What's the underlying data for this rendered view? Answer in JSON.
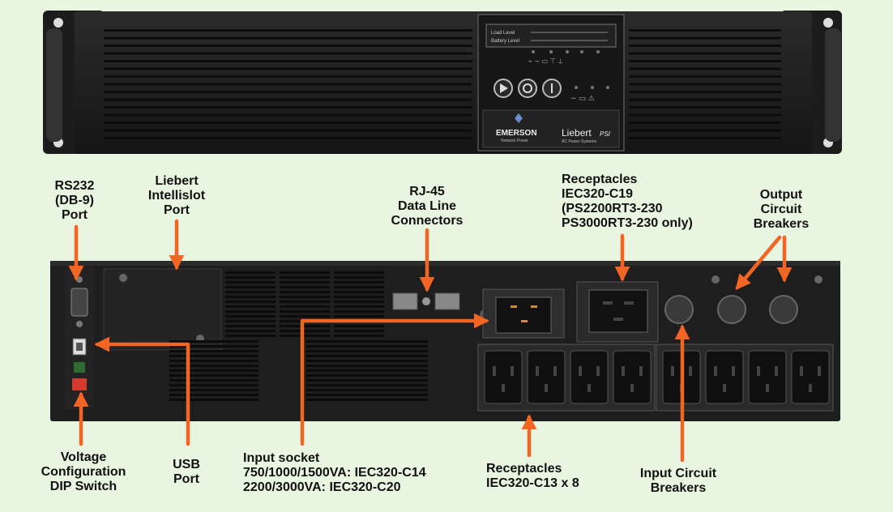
{
  "colors": {
    "background": "#e8f5e1",
    "arrow": "#f26522",
    "unit_body": "#1f1f1f",
    "label_text": "#111111"
  },
  "front_panel": {
    "lcd_lines": [
      "Load Level",
      "Battery Level"
    ],
    "brand": "EMERSON",
    "brand_sub": "Network Power",
    "product": "Liebert",
    "product_model": "PSI",
    "product_sub": "AC Power Systems"
  },
  "labels": {
    "rs232": [
      "RS232",
      "(DB-9)",
      "Port"
    ],
    "intellislot": [
      "Liebert",
      "Intellislot",
      "Port"
    ],
    "rj45": [
      "RJ-45",
      "Data Line",
      "Connectors"
    ],
    "c19": [
      "Receptacles",
      "IEC320-C19",
      "(PS2200RT3-230",
      "PS3000RT3-230 only)"
    ],
    "output_breakers": [
      "Output",
      "Circuit",
      "Breakers"
    ],
    "voltage_dip": [
      "Voltage",
      "Configuration",
      "DIP Switch"
    ],
    "usb": [
      "USB",
      "Port"
    ],
    "input_socket": [
      "Input socket",
      "750/1000/1500VA: IEC320-C14",
      "2200/3000VA: IEC320-C20"
    ],
    "c13": [
      "Receptacles",
      "IEC320-C13 x 8"
    ],
    "input_breakers": [
      "Input Circuit",
      "Breakers"
    ]
  }
}
